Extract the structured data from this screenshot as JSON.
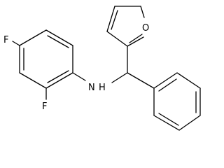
{
  "molecule": {
    "atoms": {
      "fluorine_top": "F",
      "fluorine_bottom": "F",
      "amine": "N",
      "amine_h": "H",
      "furan_oxygen": "O"
    },
    "colors": {
      "bond": "#000000",
      "label": "#000000",
      "background": "#ffffff"
    }
  }
}
